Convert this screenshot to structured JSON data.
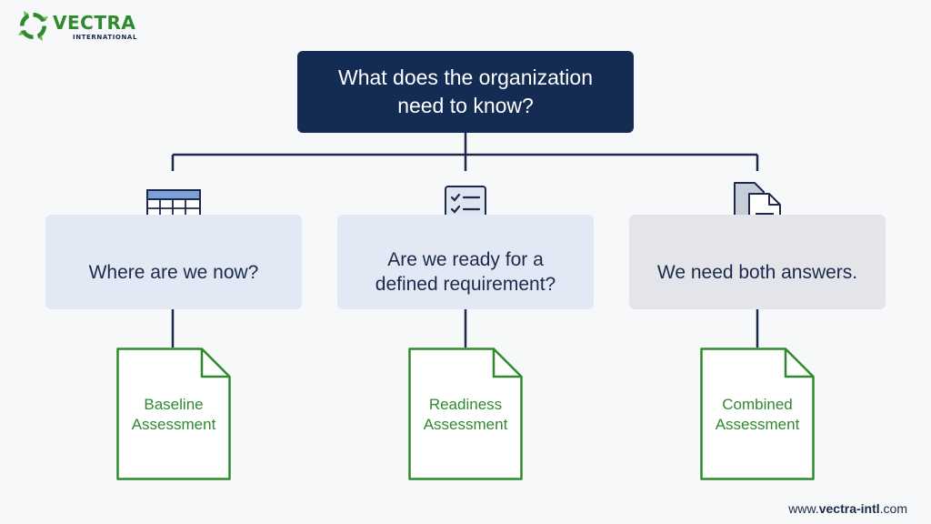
{
  "brand": {
    "name": "VECTRA",
    "subtitle": "INTERNATIONAL",
    "logo_icon": "recycle-arrows-ring-icon",
    "color": "#2d8a2d"
  },
  "question": {
    "text": "What does the organization need to know?"
  },
  "branches": [
    {
      "question": "Where are we now?",
      "icon": "spreadsheet-table-icon",
      "outcome": "Baseline Assessment"
    },
    {
      "question": "Are we ready for a defined requirement?",
      "icon": "checklist-icon",
      "outcome": "Readiness Assessment"
    },
    {
      "question": "We need both answers.",
      "icon": "documents-stack-icon",
      "outcome": "Combined Assessment"
    }
  ],
  "footer": {
    "prefix": "www.",
    "domain": "vectra-intl",
    "suffix": ".com"
  },
  "colors": {
    "navy": "#142c54",
    "panel_blue": "#e2e9f5",
    "panel_grey": "#e3e5ea",
    "green": "#2f8a2f",
    "connector": "#1b2a4a"
  }
}
